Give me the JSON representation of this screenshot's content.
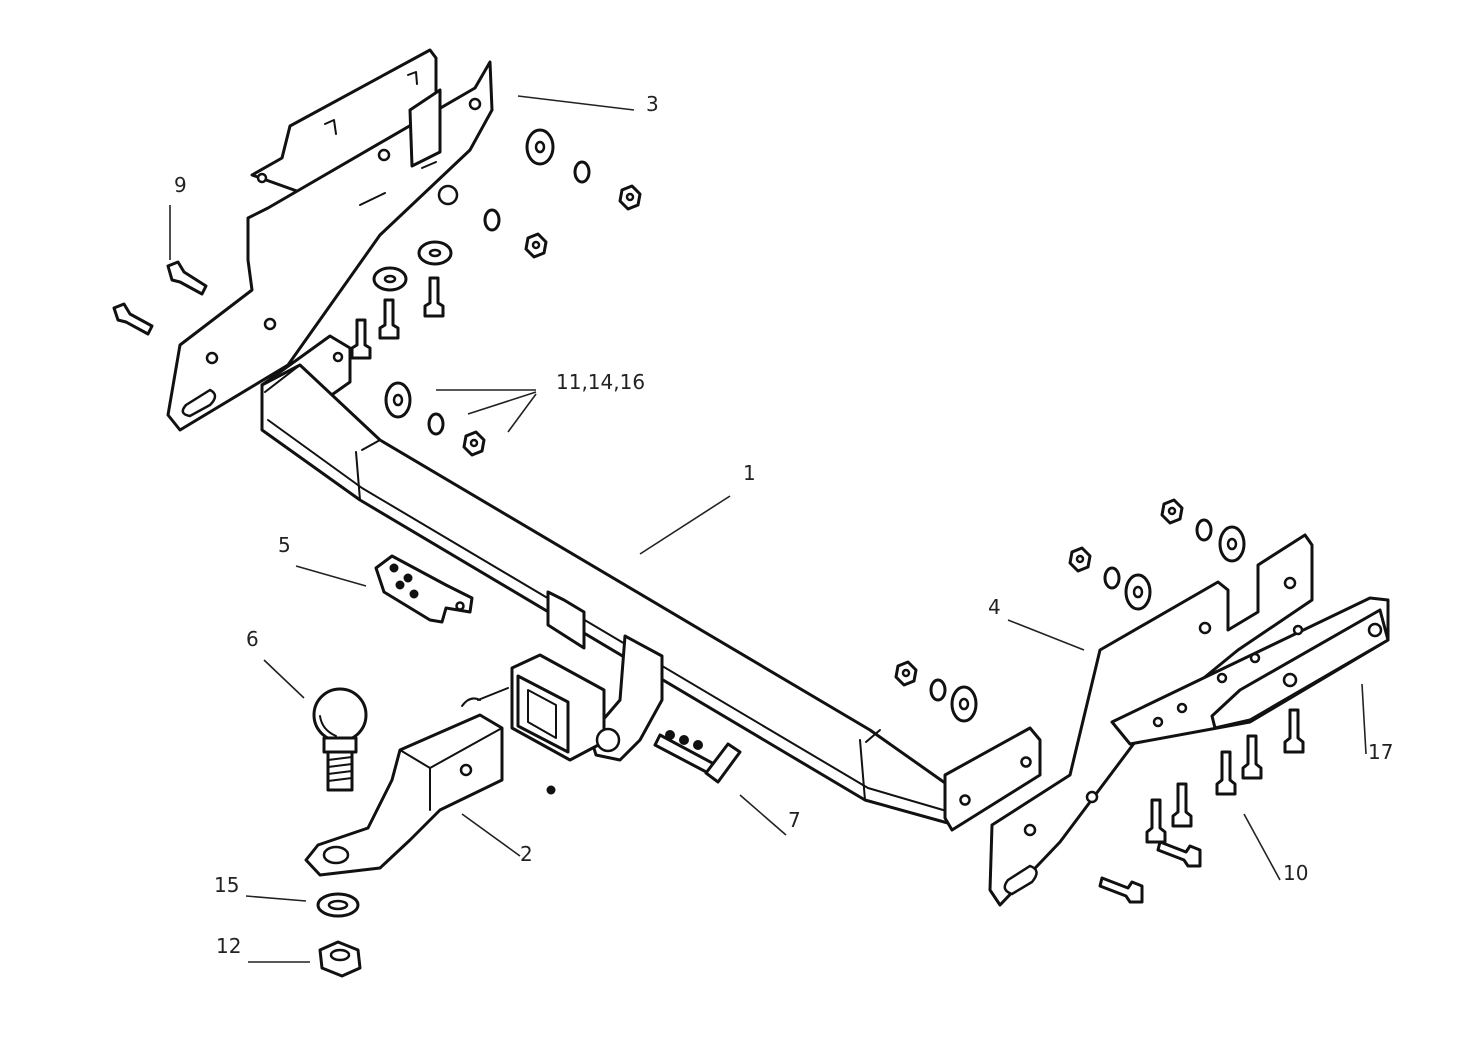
{
  "callouts": {
    "c1": "1",
    "c2": "2",
    "c3": "3",
    "c4": "4",
    "c5": "5",
    "c6": "6",
    "c7": "7",
    "c9": "9",
    "c10": "10",
    "c11": "11,14,16",
    "c12": "12",
    "c15": "15",
    "c17": "17"
  },
  "colors": {
    "line": "#111111",
    "background": "#ffffff"
  },
  "icons": [
    "bolt-icon",
    "nut-icon",
    "washer-icon",
    "tow-ball-icon",
    "hitch-pin-icon"
  ]
}
